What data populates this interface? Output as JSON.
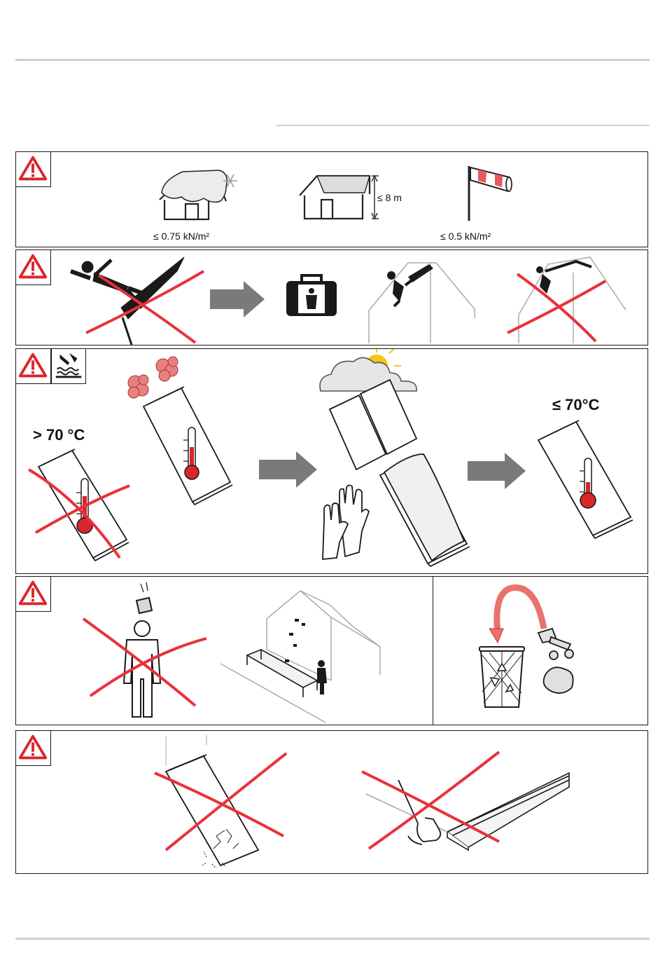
{
  "colors": {
    "frame": "#1a1a1a",
    "warning_red": "#d9262c",
    "cross_red": "#e8323a",
    "arrow_gray": "#7a7a7a",
    "rule_gray": "#cfcfcf",
    "flame_pink": "#e88080",
    "sun_yellow": "#f5c518"
  },
  "icons": {
    "warning": "warning-triangle-icon",
    "hot_surface": "hot-surface-icon",
    "snow": "snowflake-icon",
    "wind": "windsock-icon",
    "first_aid": "safety-kit-icon",
    "recycle": "recycle-icon",
    "thermometer": "thermometer-icon"
  },
  "panel1": {
    "snow_load": "≤ 0.75 kN/m²",
    "height": "≤ 8 m",
    "wind_load": "≤ 0.5 kN/m²"
  },
  "panel3": {
    "hot_label": "> 70 °C",
    "ok_label": "≤ 70°C"
  }
}
